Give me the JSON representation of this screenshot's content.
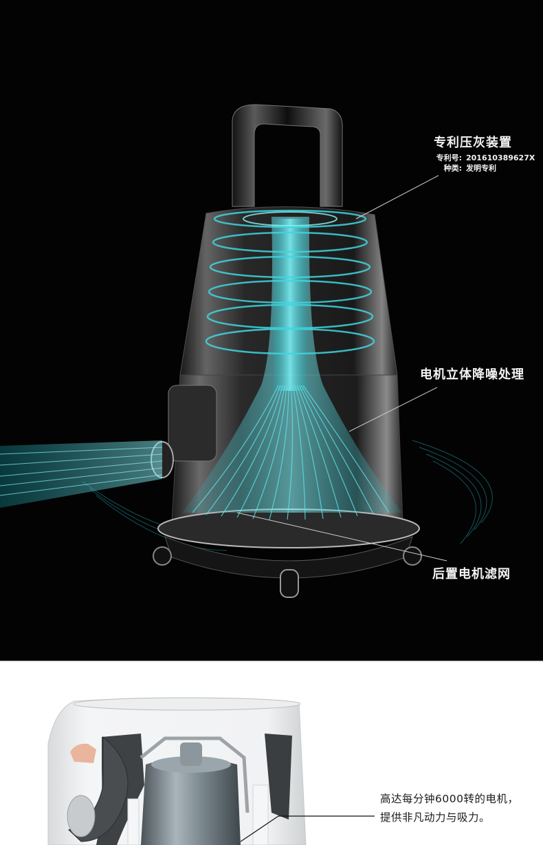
{
  "hero": {
    "background": "#030303",
    "accent_color": "#3fd6e0",
    "callouts": {
      "patent": {
        "title": "专利压灰装置",
        "meta": [
          {
            "key": "专利号:",
            "value": "201610389627X"
          },
          {
            "key": "种类:",
            "value": "发明专利"
          }
        ]
      },
      "motor_noise": {
        "label": "电机立体降噪处理"
      },
      "rear_filter": {
        "label": "后置电机滤网"
      }
    }
  },
  "detail": {
    "background": "#ffffff",
    "caption": {
      "line1": "高达每分钟6000转的电机，",
      "line2": "提供非凡动力与吸力。"
    }
  }
}
